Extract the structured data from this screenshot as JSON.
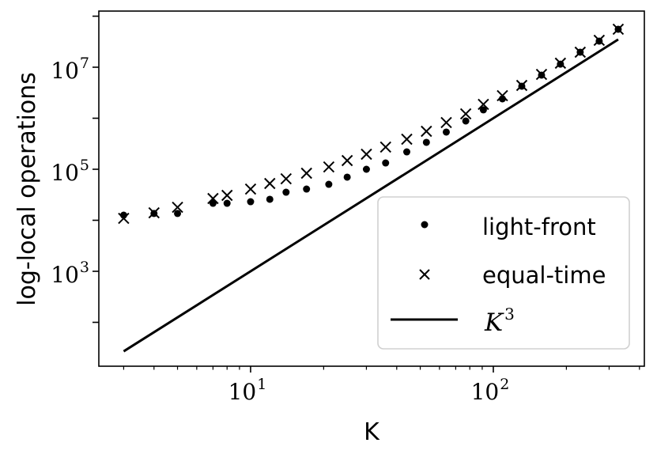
{
  "chart_data": {
    "type": "scatter",
    "title": "",
    "xlabel": "K",
    "ylabel": "log-local operations",
    "xscale": "log",
    "yscale": "log",
    "xlim": [
      2.37,
      419
    ],
    "ylim": [
      13.8,
      126000000
    ],
    "grid": false,
    "legend_position": "lower right",
    "x_ticks": [
      {
        "value": 10,
        "label": "10",
        "exp": "1"
      },
      {
        "value": 100,
        "label": "10",
        "exp": "2"
      }
    ],
    "y_ticks": [
      {
        "value": 1000,
        "label": "10",
        "exp": "3"
      },
      {
        "value": 100000,
        "label": "10",
        "exp": "5"
      },
      {
        "value": 10000000,
        "label": "10",
        "exp": "7"
      }
    ],
    "x": [
      3,
      4,
      5,
      7,
      8,
      10,
      12,
      14,
      17,
      21,
      25,
      30,
      36,
      44,
      53,
      64,
      77,
      91,
      109,
      131,
      158,
      189,
      228,
      273,
      327
    ],
    "series": [
      {
        "name": "light-front",
        "marker": "dot",
        "values": [
          12600,
          13600,
          13600,
          21500,
          21500,
          23100,
          25800,
          35500,
          40900,
          50700,
          70000,
          100000,
          133000,
          219000,
          337000,
          536000,
          883000,
          1460000,
          2400000,
          4250000,
          7000000,
          11500000,
          19700000,
          32500000,
          55500000
        ]
      },
      {
        "name": "equal-time",
        "marker": "x",
        "values": [
          10900,
          14000,
          18000,
          26700,
          30800,
          40900,
          52600,
          65100,
          83600,
          111000,
          148000,
          197000,
          272000,
          388000,
          555000,
          822000,
          1220000,
          1870000,
          2770000,
          4400000,
          7240000,
          12000000,
          19700000,
          33700000,
          55500000
        ]
      },
      {
        "name": "K^3",
        "marker": "line",
        "x_range": [
          3,
          327
        ],
        "formula": "K^3"
      }
    ]
  },
  "legend": {
    "items": [
      {
        "label": "light-front",
        "marker": "dot"
      },
      {
        "label": "equal-time",
        "marker": "x"
      },
      {
        "label": "K",
        "exp": "3",
        "marker": "line"
      }
    ]
  }
}
